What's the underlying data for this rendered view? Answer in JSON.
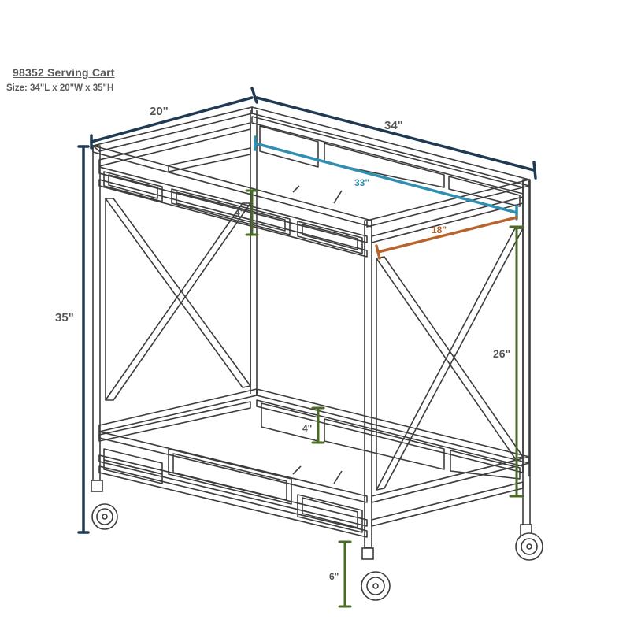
{
  "header": {
    "title": "98352 Serving Cart",
    "size": "Size: 34\"L x 20\"W x 35\"H"
  },
  "dimensions": {
    "width": "20\"",
    "length": "34\"",
    "height": "35\"",
    "shelf_length": "33\"",
    "shelf_width": "18\"",
    "top_rail": "4\"",
    "bottom_rail": "4\"",
    "shelf_gap": "26\"",
    "clearance": "6\""
  },
  "colors": {
    "frame": "#3d3d3d",
    "navy": "#1f3a52",
    "teal": "#2e8fb0",
    "orange": "#b8632a",
    "green": "#4a6b26",
    "label": "#5a5a5a"
  }
}
